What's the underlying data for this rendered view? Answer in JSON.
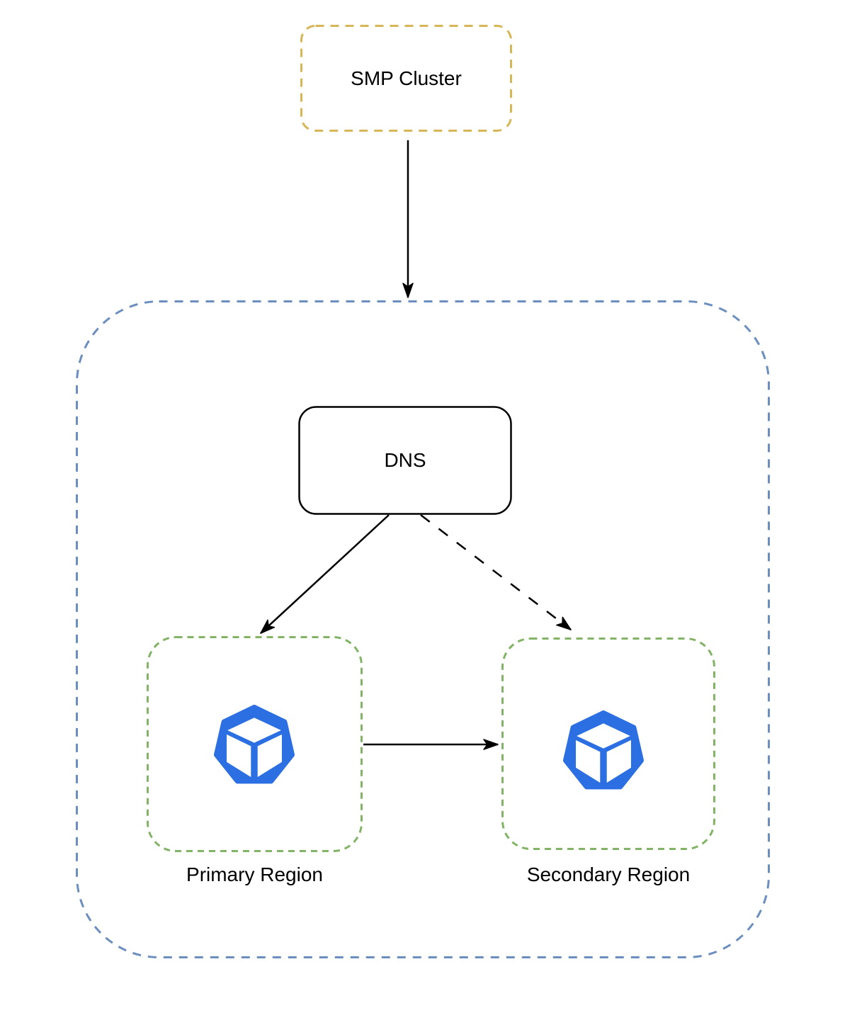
{
  "title": "Multi-region DNS failover diagram",
  "colors": {
    "background": "#FFFFFF",
    "smp_border": "#D6B656",
    "outer_border": "#6C8EBF",
    "region_border": "#82B366",
    "dns_border": "#000000",
    "arrow": "#000000",
    "icon_blue": "#2B6FE2",
    "text": "#000000"
  },
  "nodes": {
    "smp_cluster": {
      "label": "SMP Cluster",
      "border_style": "dashed"
    },
    "dns": {
      "label": "DNS",
      "border_style": "solid"
    },
    "primary_region": {
      "label": "Primary Region",
      "border_style": "dashed",
      "icon": "cube-heptagon-icon"
    },
    "secondary_region": {
      "label": "Secondary Region",
      "border_style": "dashed",
      "icon": "cube-heptagon-icon"
    }
  },
  "containers": {
    "outer_group": {
      "label": "",
      "border_style": "dashed"
    }
  },
  "edges": [
    {
      "from": "smp_cluster",
      "to": "outer_group",
      "style": "solid",
      "arrowhead": "classic"
    },
    {
      "from": "dns",
      "to": "primary_region",
      "style": "solid",
      "arrowhead": "classic"
    },
    {
      "from": "dns",
      "to": "secondary_region",
      "style": "dashed",
      "arrowhead": "classic"
    },
    {
      "from": "primary_region",
      "to": "secondary_region",
      "style": "solid",
      "arrowhead": "classic"
    }
  ]
}
